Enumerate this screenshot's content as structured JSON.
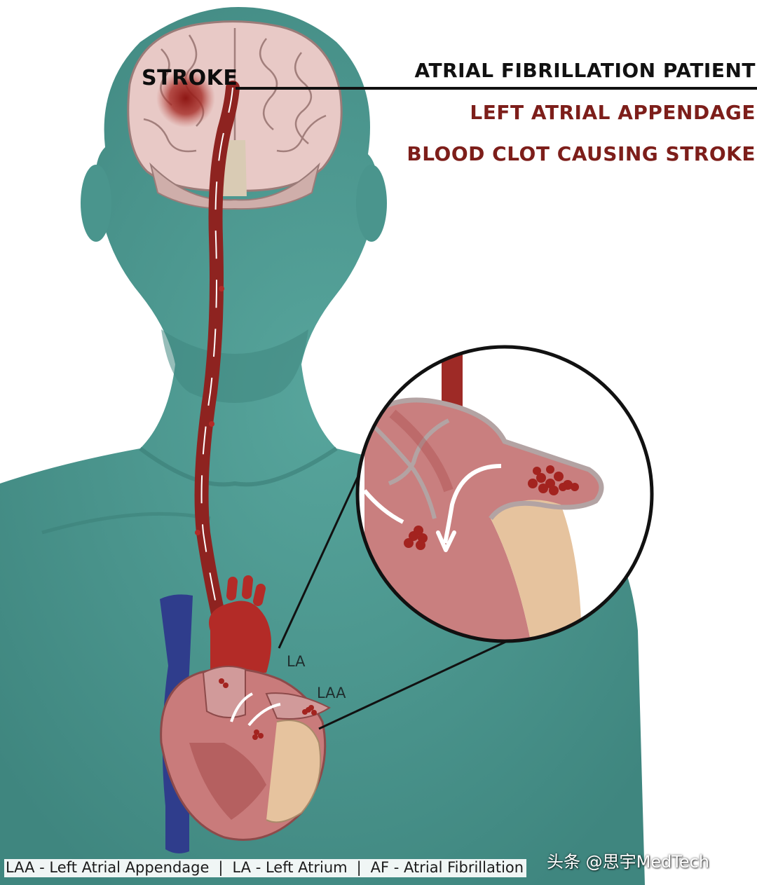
{
  "diagram": {
    "labels": {
      "title": "ATRIAL FIBRILLATION PATIENT",
      "left_atrial_appendage": "LEFT ATRIAL APPENDAGE",
      "blood_clot": "BLOOD CLOT CAUSING STROKE",
      "stroke": "STROKE",
      "la": "LA",
      "laa": "LAA"
    },
    "footer": {
      "laa_def": "LAA - Left Atrial Appendage",
      "la_def": "LA - Left Atrium",
      "af_def": "AF - Atrial Fibrillation",
      "separator": "|"
    },
    "watermark": "头条 @思宇MedTech",
    "colors": {
      "body": "#4e9a92",
      "body_shadow": "#3f867f",
      "brain": "#e8c9c6",
      "artery": "#8e2320",
      "vein": "#2f3d8c",
      "heart": "#c97b7b",
      "clot": "#a3231f",
      "title_text": "#111111",
      "accent_text": "#7d1e1a"
    }
  }
}
